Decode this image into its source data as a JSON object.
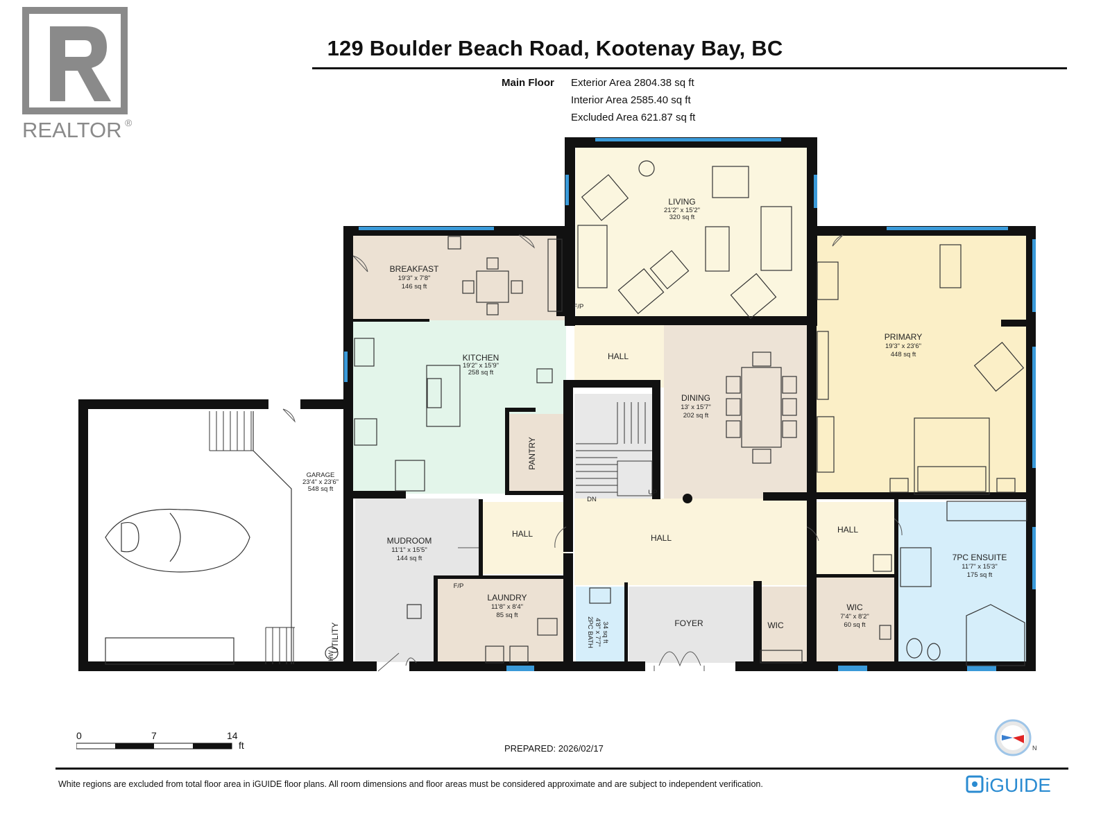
{
  "brand": {
    "realtor": "REALTOR",
    "registered": "®",
    "iguide": "iGUIDE"
  },
  "title": "129 Boulder Beach Road, Kootenay Bay, BC",
  "areas": {
    "floor": "Main Floor",
    "exterior": "Exterior Area 2804.38 sq ft",
    "interior": "Interior Area 2585.40 sq ft",
    "excluded": "Excluded Area 621.87 sq ft"
  },
  "rooms": {
    "living": {
      "name": "LIVING",
      "dims": "21'2\" x 15'2\"",
      "area": "320 sq ft"
    },
    "breakfast": {
      "name": "BREAKFAST",
      "dims": "19'3\" x 7'8\"",
      "area": "146 sq ft"
    },
    "kitchen": {
      "name": "KITCHEN",
      "dims": "19'2\" x 15'9\"",
      "area": "258 sq ft"
    },
    "primary": {
      "name": "PRIMARY",
      "dims": "19'3\" x 23'6\"",
      "area": "448 sq ft"
    },
    "dining": {
      "name": "DINING",
      "dims": "13' x 15'7\"",
      "area": "202 sq ft"
    },
    "garage": {
      "name": "GARAGE",
      "dims": "23'4\" x 23'6\"",
      "area": "548 sq ft"
    },
    "mudroom": {
      "name": "MUDROOM",
      "dims": "11'1\" x 15'5\"",
      "area": "144 sq ft"
    },
    "laundry": {
      "name": "LAUNDRY",
      "dims": "11'8\" x 8'4\"",
      "area": "85 sq ft"
    },
    "bath2": {
      "name": "2PC BATH",
      "dims": "4'8\" x 7'7\"",
      "area": "34 sq ft"
    },
    "ensuite": {
      "name": "7PC ENSUITE",
      "dims": "11'7\" x 15'3\"",
      "area": "175 sq ft"
    },
    "wic_primary": {
      "name": "WIC",
      "dims": "7'4\" x 8'2\"",
      "area": "60 sq ft"
    }
  },
  "labels": {
    "hall": "HALL",
    "pantry": "PANTRY",
    "foyer": "FOYER",
    "wic": "WIC",
    "utility": "UTILITY",
    "fp": "F/P",
    "dn": "DN",
    "up": "UP",
    "hw": "HW"
  },
  "scale": {
    "zero": "0",
    "mid": "7",
    "max": "14",
    "unit": "ft"
  },
  "prepared": "PREPARED: 2026/02/17",
  "compass": "N",
  "footer": "White regions are excluded from total floor area in iGUIDE floor plans. All room dimensions and floor areas must be considered approximate and are subject to independent verification.",
  "colors": {
    "wall": "#111111",
    "window": "#3a9ad9",
    "living": "#fbf6df",
    "breakfast": "#ece1d3",
    "kitchen": "#e3f5ea",
    "primary": "#fbefc7",
    "dining": "#ede3d6",
    "hall": "#fbf4dc",
    "mudroom": "#e6e6e6",
    "laundry": "#ece1d3",
    "bath": "#d6eefa",
    "ensuite": "#d6eefa",
    "wic": "#ece1d3",
    "foyer": "#e6e6e6",
    "garage": "#ffffff"
  }
}
